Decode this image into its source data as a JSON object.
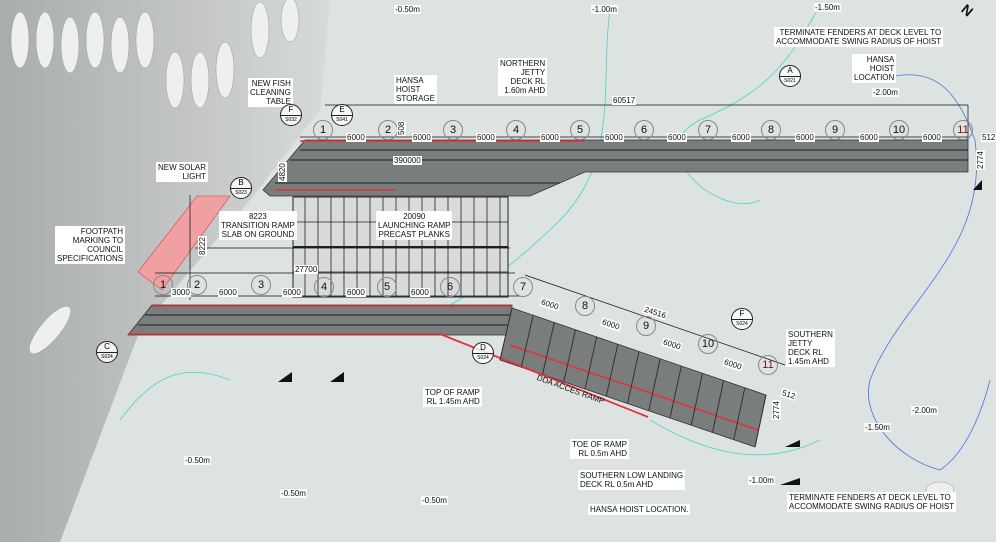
{
  "drawing": {
    "north_label": "N",
    "depth_labels": [
      "-0.50m",
      "-1.00m",
      "-1.50m",
      "-2.00m",
      "-2.00m",
      "-1.50m",
      "-1.00m",
      "-0.50m",
      "-0.50m",
      "-0.50m"
    ],
    "callouts": {
      "fish_table": [
        "NEW FISH",
        "CLEANING",
        "TABLE"
      ],
      "hoist_storage": [
        "HANSA",
        "HOIST",
        "STORAGE"
      ],
      "northern_jetty": [
        "NORTHERN",
        "JETTY",
        "DECK RL",
        "1.60m AHD"
      ],
      "terminate_north": [
        "TERMINATE FENDERS AT DECK LEVEL TO",
        "ACCOMMODATE SWING RADIUS OF HOIST"
      ],
      "hoist_location_north": [
        "HANSA",
        "HOIST",
        "LOCATION"
      ],
      "solar_light": [
        "NEW SOLAR",
        "LIGHT"
      ],
      "footpath": [
        "FOOTPATH",
        "MARKING TO",
        "COUNCIL",
        "SPECIFICATIONS"
      ],
      "transition_ramp": [
        "8223",
        "TRANSITION RAMP",
        "SLAB ON GROUND"
      ],
      "launching_ramp": [
        "20090",
        "LAUNCHING RAMP",
        "PRECAST PLANKS"
      ],
      "southern_jetty": [
        "SOUTHERN",
        "JETTY",
        "DECK RL",
        "1.45m AHD"
      ],
      "top_of_ramp": [
        "TOP OF RAMP",
        "RL 1.45m AHD"
      ],
      "dda_ramp": "DDA ACCES RAMP",
      "toe_of_ramp": [
        "TOE OF RAMP",
        "RL 0.5m AHD"
      ],
      "low_landing": [
        "SOUTHERN LOW LANDING",
        "DECK RL 0.5m AHD"
      ],
      "hoist_location_south": "HANSA HOIST LOCATION.",
      "terminate_south": [
        "TERMINATE FENDERS AT DECK LEVEL TO",
        "ACCOMMODATE SWING RADIUS OF HOIST"
      ]
    },
    "north_grid": [
      "1",
      "2",
      "3",
      "4",
      "5",
      "6",
      "7",
      "8",
      "9",
      "10",
      "11"
    ],
    "south_grid": [
      "1",
      "2",
      "3",
      "4",
      "5",
      "6",
      "7",
      "8",
      "9",
      "10",
      "11"
    ],
    "dimensions": {
      "north_total": "60517",
      "north_bay": "6000",
      "north_end": "512",
      "north_width": "2774",
      "north_ramp_width": "4820",
      "offset_508": "508",
      "hoist_dim": "390000",
      "footpath_dim": "8222",
      "south_total": "27700",
      "south_first": "3000",
      "south_bay": "6000",
      "angled_total": "24516",
      "south_end": "512",
      "south_width": "2774"
    },
    "sections": [
      {
        "letter": "F",
        "sheet": "S032"
      },
      {
        "letter": "E",
        "sheet": "S041"
      },
      {
        "letter": "A",
        "sheet": "S021"
      },
      {
        "letter": "B",
        "sheet": "S023"
      },
      {
        "letter": "C",
        "sheet": "S024"
      },
      {
        "letter": "D",
        "sheet": "S024"
      },
      {
        "letter": "F",
        "sheet": "S024"
      }
    ],
    "colors": {
      "water": "#dde3e1",
      "land": "#b9bcbb",
      "deck": "#6f7273",
      "red": "#e0333a",
      "contour": "#4fd0d0"
    }
  }
}
